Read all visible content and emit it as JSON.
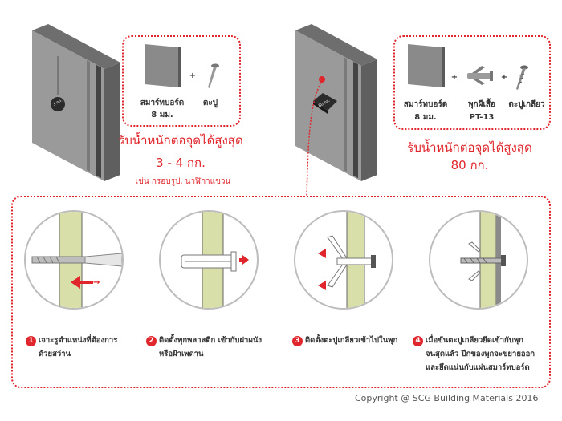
{
  "left_panel": {
    "hanging_tag": "3 กก.",
    "materials": [
      {
        "name": "สมาร์ทบอร์ด",
        "spec": "8 มม.",
        "icon": "board-icon"
      },
      {
        "name": "ตะปู",
        "spec": "",
        "icon": "nail-icon"
      }
    ],
    "plus": "+",
    "load_title": "รับน้ำหนักต่อจุดได้สูงสุด",
    "load_value": "3 - 4 กก.",
    "examples": "เช่น กรอบรูป, นาฬิกาแขวน"
  },
  "right_panel": {
    "hanging_tag": "80 กก.",
    "materials": [
      {
        "name": "สมาร์ทบอร์ด",
        "spec": "8 มม.",
        "icon": "board-icon"
      },
      {
        "name": "พุกผีเสื้อ",
        "spec": "PT-13",
        "icon": "butterfly-anchor-icon"
      },
      {
        "name": "ตะปูเกลียว",
        "spec": "",
        "icon": "screw-icon"
      }
    ],
    "plus": "+",
    "load_title": "รับน้ำหนักต่อจุดได้สูงสุด",
    "load_value": "80 กก."
  },
  "steps": [
    {
      "number": "1",
      "lines": [
        "เจาะรูตำแหน่งที่ต้องการ",
        "ด้วยสว่าน"
      ]
    },
    {
      "number": "2",
      "lines": [
        "ติดตั้งพุกพลาสติก เข้ากับฝาผนัง",
        "หรือฝ้าเพดาน"
      ]
    },
    {
      "number": "3",
      "lines": [
        "ติดตั้งตะปูเกลียวเข้าไปในพุก"
      ]
    },
    {
      "number": "4",
      "lines": [
        "เมื่อขันตะปูเกลียวยึดเข้ากับพุก",
        "จนสุดแล้ว ปีกของพุกจะขยายออก",
        "และยึดแน่นกับแผ่นสมาร์ทบอร์ด"
      ]
    }
  ],
  "copyright": "Copyright  @ SCG Building Materials 2016",
  "colors": {
    "accent": "#e0262c",
    "wall": "#8f8f8f",
    "board": "#d9dfa9"
  }
}
